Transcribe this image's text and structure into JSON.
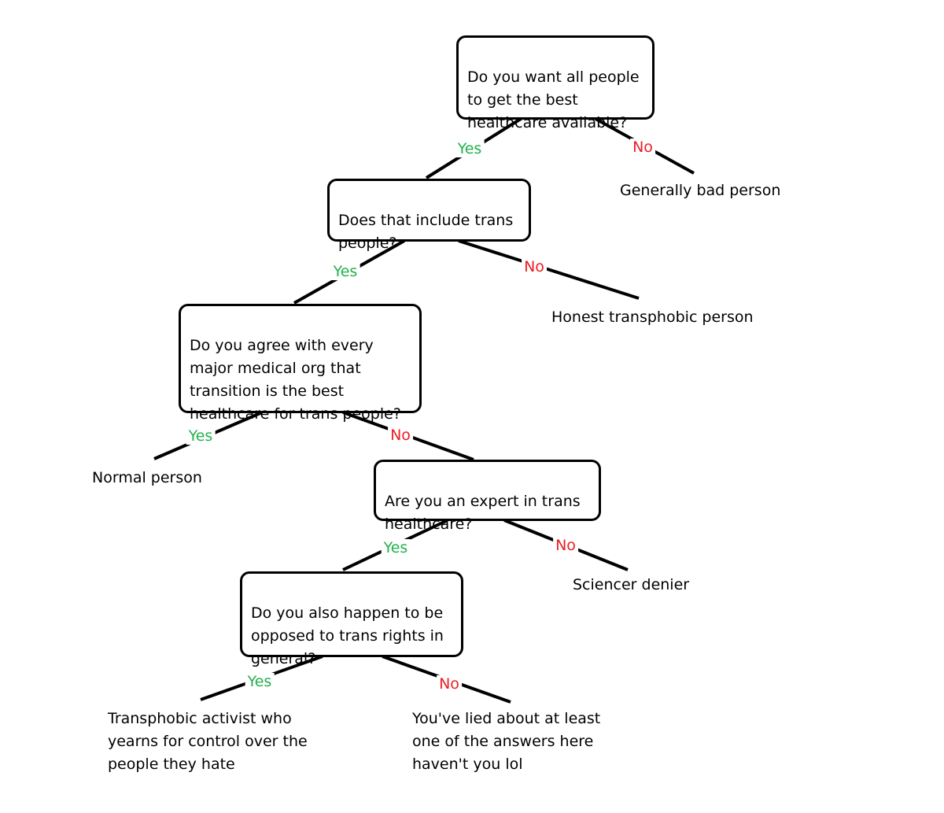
{
  "colors": {
    "yes": "#22b14c",
    "no": "#ed1c24",
    "line": "#000000",
    "text": "#000000",
    "background": "#ffffff"
  },
  "questions": {
    "q1": "Do you want all people\nto get the best\nhealthcare available?",
    "q2": "Does that include trans\npeople?",
    "q3": "Do you agree with every\nmajor medical org that\ntransition is the best\nhealthcare for trans people?",
    "q4": "Are you an expert in trans\nhealthcare?",
    "q5": "Do you also happen to be\nopposed to trans rights in\ngeneral?"
  },
  "outcomes": {
    "bad_person": "Generally bad person",
    "honest_transphobe": "Honest transphobic person",
    "normal_person": "Normal person",
    "science_denier": "Sciencer denier",
    "activist": "Transphobic activist who\nyearns for control over the\npeople they hate",
    "liar": "You've lied about at least\none of the answers here\nhaven't you lol"
  },
  "labels": {
    "yes": "Yes",
    "no": "No"
  }
}
